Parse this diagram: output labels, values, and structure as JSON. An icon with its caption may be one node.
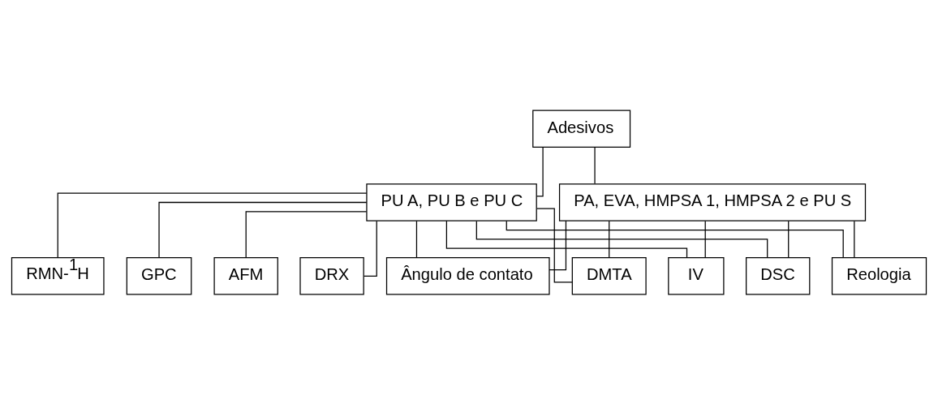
{
  "diagram": {
    "nodes": [
      {
        "text": [
          "Adesivos"
        ]
      },
      {
        "text": [
          "PA, EVA, HMPSA 1, HMPSA 2 e PU S"
        ]
      },
      {
        "text": [
          "PU A, PU B e PU C"
        ]
      },
      {
        "text": [
          "GPC"
        ]
      },
      {
        "text": [
          "AFM"
        ]
      },
      {
        "text": [
          "DRX"
        ]
      },
      {
        "text": [
          "RMN-$^{1}$H"
        ]
      },
      {
        "text": [
          "IV"
        ]
      },
      {
        "text": [
          "DSC"
        ]
      },
      {
        "text": [
          "Reologia"
        ]
      },
      {
        "text": [
          "Ângulo de contato"
        ]
      },
      {
        "text": [
          "DMTA"
        ]
      }
    ],
    "edges": [
      {
        "from": 0,
        "to": 1,
        "arrow": "none"
      },
      {
        "from": 0,
        "to": 2,
        "arrow": "none"
      },
      {
        "from": 2,
        "to": 3,
        "arrow": "none"
      },
      {
        "from": 2,
        "to": 4,
        "arrow": "none"
      },
      {
        "from": 2,
        "to": 5,
        "arrow": "none"
      },
      {
        "from": 2,
        "to": 6,
        "arrow": "none"
      },
      {
        "from": 1,
        "to": 7,
        "arrow": "none"
      },
      {
        "from": 1,
        "to": 8,
        "arrow": "none"
      },
      {
        "from": 1,
        "to": 9,
        "arrow": "none"
      },
      {
        "from": 1,
        "to": 10,
        "arrow": "none"
      },
      {
        "from": 1,
        "to": 11,
        "arrow": "none"
      },
      {
        "from": 2,
        "to": 7,
        "arrow": "none"
      },
      {
        "from": 2,
        "to": 8,
        "arrow": "none"
      },
      {
        "from": 2,
        "to": 9,
        "arrow": "none"
      },
      {
        "from": 2,
        "to": 10,
        "arrow": "none"
      },
      {
        "from": 2,
        "to": 11,
        "arrow": "none"
      }
    ]
  }
}
